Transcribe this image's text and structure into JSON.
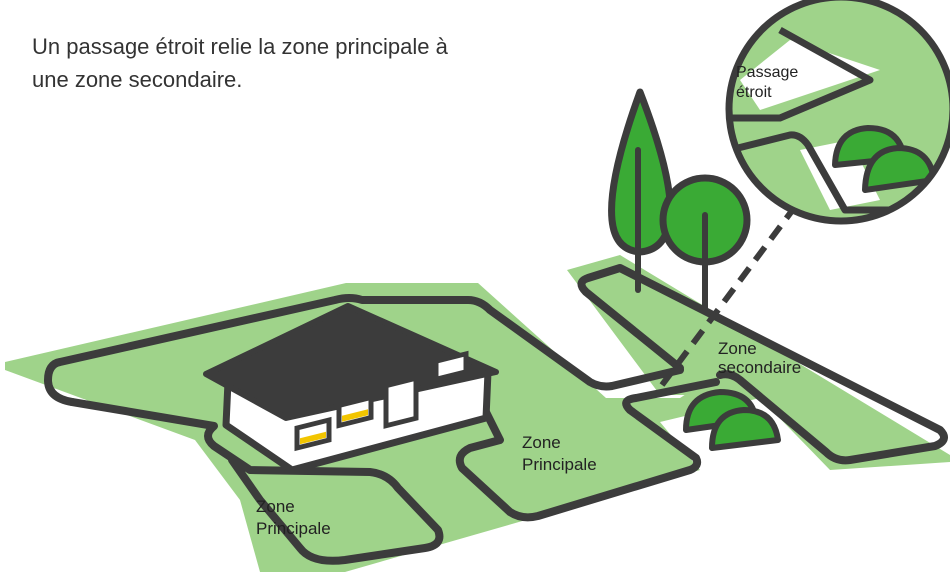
{
  "caption": "Un passage étroit relie la zone principale à une zone secondaire.",
  "labels": {
    "zone_principale_left": [
      "Zone",
      "Principale"
    ],
    "zone_principale_center": [
      "Zone",
      "Principale"
    ],
    "zone_secondaire": [
      "Zone",
      "secondaire"
    ],
    "passage_etroit": [
      "Passage",
      "étroit"
    ]
  },
  "colors": {
    "lawn": "#9fd38a",
    "wire": "#3c3c3c",
    "tree": "#3aaa35",
    "roof": "#3c3c3c",
    "window_light": "#f2c500"
  }
}
